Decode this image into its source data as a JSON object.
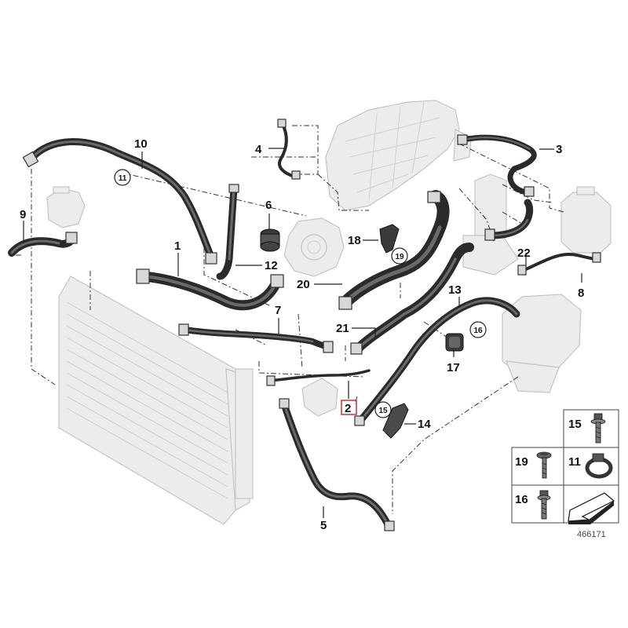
{
  "diagram": {
    "callouts": [
      {
        "id": "c1",
        "label": "1"
      },
      {
        "id": "c2",
        "label": "2"
      },
      {
        "id": "c3",
        "label": "3"
      },
      {
        "id": "c4",
        "label": "4"
      },
      {
        "id": "c5",
        "label": "5"
      },
      {
        "id": "c6",
        "label": "6"
      },
      {
        "id": "c7",
        "label": "7"
      },
      {
        "id": "c8",
        "label": "8"
      },
      {
        "id": "c9",
        "label": "9"
      },
      {
        "id": "c10",
        "label": "10"
      },
      {
        "id": "c12",
        "label": "12"
      },
      {
        "id": "c13",
        "label": "13"
      },
      {
        "id": "c14",
        "label": "14"
      },
      {
        "id": "c17",
        "label": "17"
      },
      {
        "id": "c18",
        "label": "18"
      },
      {
        "id": "c20",
        "label": "20"
      },
      {
        "id": "c21",
        "label": "21"
      },
      {
        "id": "c22",
        "label": "22"
      }
    ],
    "circled_refs": [
      {
        "id": "r11",
        "label": "11"
      },
      {
        "id": "r19",
        "label": "19"
      },
      {
        "id": "r16",
        "label": "16"
      },
      {
        "id": "r15",
        "label": "15"
      }
    ],
    "highlighted_label": "2",
    "highlight_color": "#d32f2f",
    "legend": {
      "cells": [
        {
          "label": "15",
          "icon": "bolt-with-washer-icon"
        },
        {
          "label": "19",
          "icon": "screw-with-washer-icon"
        },
        {
          "label": "11",
          "icon": "hose-clip-icon"
        },
        {
          "label": "16",
          "icon": "flange-bolt-icon"
        },
        {
          "label": "",
          "icon": "direction-arrow-icon"
        }
      ]
    },
    "reference_number": "466171"
  }
}
